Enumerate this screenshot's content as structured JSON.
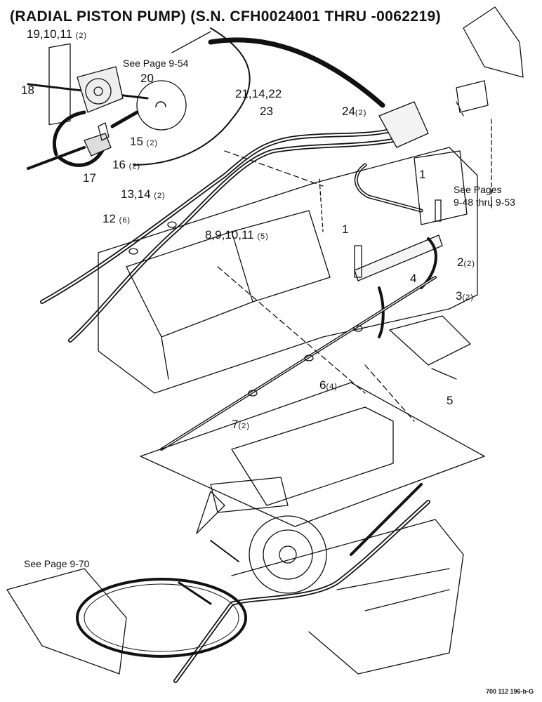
{
  "title": "(RADIAL PISTON PUMP) (S.N. CFH0024001 THRU -0062219)",
  "notes": {
    "see_page_954": "See Page 9-54",
    "see_pages": "See Pages",
    "see_pages_range": "9-48 thru 9-53",
    "see_page_970": "See Page 9-70"
  },
  "callouts": {
    "c19": {
      "num": "19,10,11",
      "qty": "(2)"
    },
    "c20": {
      "num": "20",
      "qty": ""
    },
    "c18": {
      "num": "18",
      "qty": ""
    },
    "c15": {
      "num": "15",
      "qty": "(2)"
    },
    "c16": {
      "num": "16",
      "qty": "(2)"
    },
    "c17": {
      "num": "17",
      "qty": ""
    },
    "c21": {
      "num": "21,14,22",
      "qty": ""
    },
    "c23": {
      "num": "23",
      "qty": ""
    },
    "c24": {
      "num": "24",
      "qty": "(2)"
    },
    "c1a": {
      "num": "1",
      "qty": ""
    },
    "c1b": {
      "num": "1",
      "qty": ""
    },
    "c13": {
      "num": "13,14",
      "qty": "(2)"
    },
    "c12": {
      "num": "12",
      "qty": "(6)"
    },
    "c8": {
      "num": "8,9,10,11",
      "qty": "(5)"
    },
    "c2": {
      "num": "2",
      "qty": "(2)"
    },
    "c4": {
      "num": "4",
      "qty": ""
    },
    "c3": {
      "num": "3",
      "qty": "(2)"
    },
    "c6": {
      "num": "6",
      "qty": "(4)"
    },
    "c5": {
      "num": "5",
      "qty": ""
    },
    "c7": {
      "num": "7",
      "qty": "(2)"
    }
  },
  "figure_code": "700 112 196-b-G"
}
